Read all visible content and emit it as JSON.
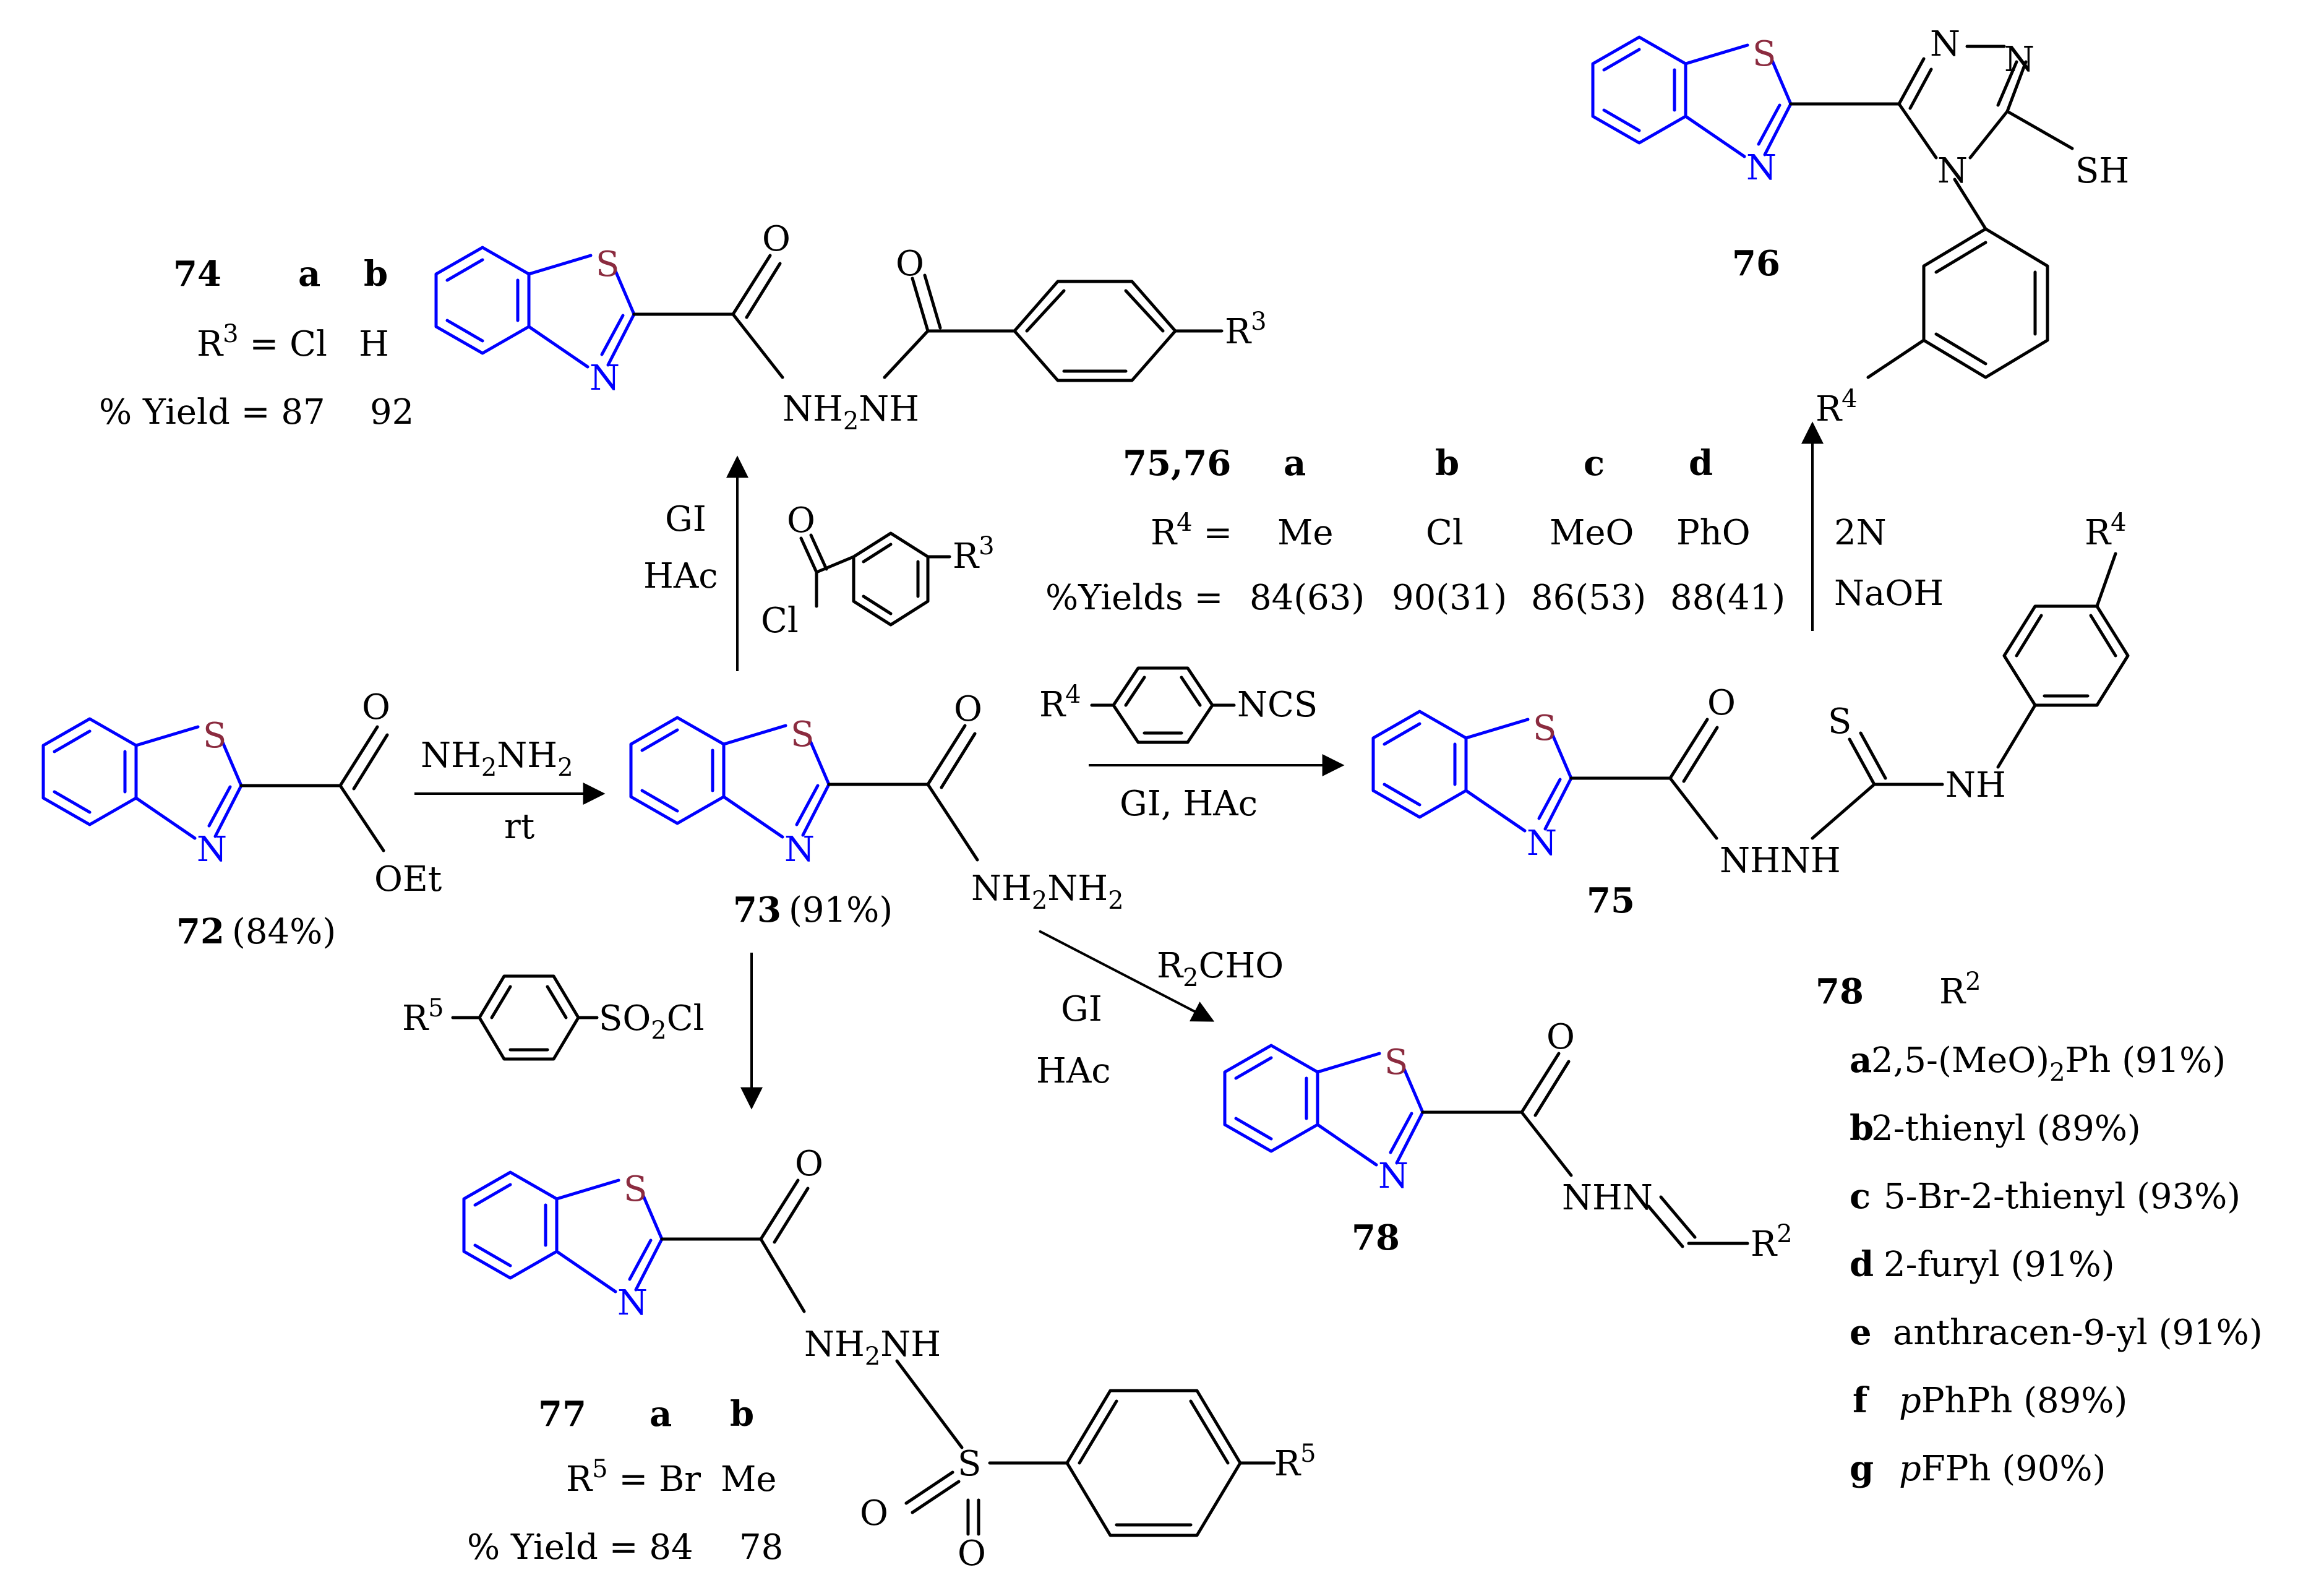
{
  "atoms": {
    "S": "S",
    "N": "N",
    "O": "O",
    "Cl": "Cl",
    "SH": "SH"
  },
  "compounds": {
    "c72": {
      "label": "72",
      "yield": "(84%)",
      "oet": "OEt"
    },
    "c73": {
      "label": "73",
      "yield": "(91%)",
      "nh2nh2": "NH",
      "sub2": "2",
      "mid": "NH",
      "sub2b": "2"
    },
    "c74": {
      "nh": "NH",
      "sub2": "2",
      "nh2": "NH",
      "r3": "R",
      "r3sup": "3"
    },
    "c75": {
      "label": "75",
      "nhnh": "NHNH",
      "nh": "NH",
      "r4": "R",
      "r4sup": "4"
    },
    "c76": {
      "label": "76",
      "r4": "R",
      "r4sup": "4"
    },
    "c77": {
      "nh": "NH",
      "sub2": "2",
      "nh2": "NH",
      "r5": "R",
      "r5sup": "5"
    },
    "c78": {
      "label": "78",
      "nhn": "NHN",
      "r2": "R",
      "r2sup": "2"
    }
  },
  "reagents": {
    "step_72_73": {
      "line1a": "NH",
      "line1sub": "2",
      "line1b": "NH",
      "line1sub2": "2",
      "line2": "rt"
    },
    "step_73_74": {
      "line1": "GI",
      "line2": "HAc",
      "acyl_cl": "Cl",
      "acyl_o": "O",
      "r3": "R",
      "r3sup": "3"
    },
    "step_73_75": {
      "r4": "R",
      "r4sup": "4",
      "ncs": "NCS",
      "line2": "GI, HAc"
    },
    "step_75_76": {
      "line1": "2N",
      "line2": "NaOH"
    },
    "step_73_77": {
      "r5": "R",
      "r5sup": "5",
      "so2cl_a": "SO",
      "so2cl_sub": "2",
      "so2cl_b": "Cl"
    },
    "step_73_78": {
      "r2cho_a": "R",
      "r2cho_sub": "2",
      "r2cho_b": "CHO",
      "line1": "GI",
      "line2": "HAc"
    }
  },
  "tables": {
    "t74": {
      "id": "74",
      "col_a": "a",
      "col_b": "b",
      "row1_label": "R",
      "row1_sup": "3",
      "row1_eq": " = Cl",
      "row1_b": "H",
      "row2_label": "% Yield = 87",
      "row2_b": "92"
    },
    "t7576": {
      "id": "75,76",
      "cols": [
        "a",
        "b",
        "c",
        "d"
      ],
      "r4_label": "R",
      "r4_sup": "4",
      "r4_eq": " =",
      "r4_vals": [
        "Me",
        "Cl",
        "MeO",
        "PhO"
      ],
      "yield_label": "%Yields =",
      "yield_vals": [
        "84(63)",
        "90(31)",
        "86(53)",
        "88(41)"
      ]
    },
    "t77": {
      "id": "77",
      "col_a": "a",
      "col_b": "b",
      "row1_label": "R",
      "row1_sup": "5",
      "row1_eq": " = Br",
      "row1_b": "Me",
      "row2_label": "% Yield = 84",
      "row2_b": "78"
    },
    "t78": {
      "id": "78",
      "header": "R",
      "header_sup": "2",
      "rows": [
        {
          "key": "a",
          "text_a": "2,5-(MeO)",
          "sub": "2",
          "text_b": "Ph (91%)"
        },
        {
          "key": "b",
          "text_a": "2-thienyl (89%)"
        },
        {
          "key": "c",
          "text_a": "5-Br-2-thienyl (93%)"
        },
        {
          "key": "d",
          "text_a": "2-furyl (91%)"
        },
        {
          "key": "e",
          "text_a": "anthracen-9-yl (91%)"
        },
        {
          "key": "f",
          "italic": "p",
          "text_a": "PhPh (89%)"
        },
        {
          "key": "g",
          "italic": "p",
          "text_a": "FPh (90%)"
        }
      ]
    }
  }
}
